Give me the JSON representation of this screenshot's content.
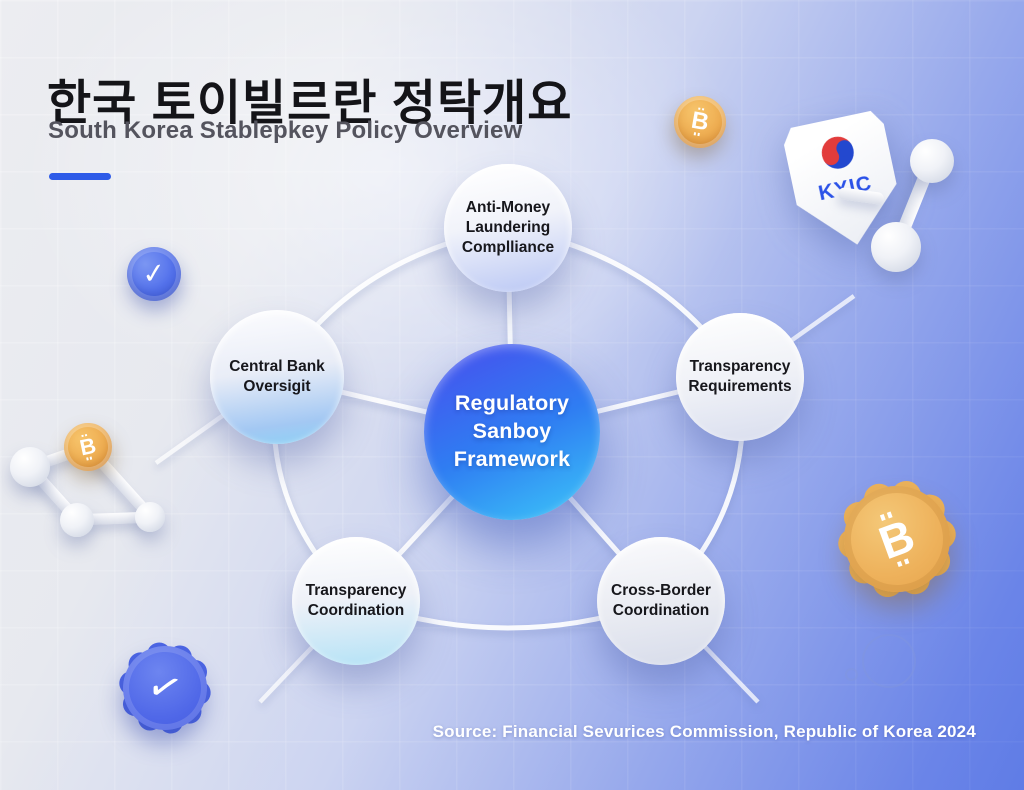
{
  "header": {
    "title_korean": "한국 토이빌르란 정탁개요",
    "subtitle": "South Korea Stablepkey Policy Overview"
  },
  "diagram": {
    "center_node": {
      "label": "Regulatory\nSanboy\nFramework"
    },
    "satellite_nodes": [
      {
        "label": "Anti-Money\nLaundering\nComplliance"
      },
      {
        "label": "Transparency\nRequirements"
      },
      {
        "label": "Cross-Border\nCoordination"
      },
      {
        "label": "Transparency\nCoordination"
      },
      {
        "label": "Central Bank\nOversigit"
      }
    ]
  },
  "decorations": {
    "kyic_badge_label": "KYIC",
    "bitcoin_glyph": "B",
    "check_glyph": "✓"
  },
  "footer": {
    "source": "Source: Financial Sevurices Commission, Republic of Korea 2024"
  },
  "colors": {
    "accent_blue": "#2e5be8",
    "center_gradient_top": "#4554ee",
    "center_gradient_bottom": "#3cc8f8",
    "bitcoin_orange": "#efae52",
    "badge_blue": "#4c65e4",
    "badge_gold": "#ecb25b"
  }
}
